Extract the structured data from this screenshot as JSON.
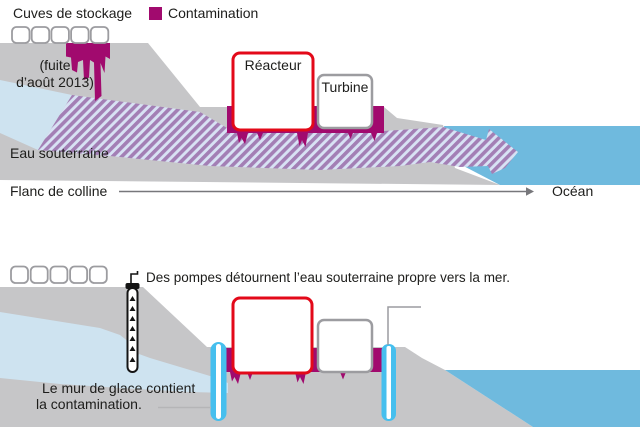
{
  "top": {
    "tanks_label": "Cuves de stockage",
    "legend_label": "Contamination",
    "leak_line1": "(fuite",
    "leak_line2": "d’août 2013)",
    "reactor_label": "Réacteur",
    "turbine_label": "Turbine",
    "groundwater_label": "Eau souterraine",
    "hill_label": "Flanc de colline",
    "ocean_label": "Océan"
  },
  "bottom": {
    "pumps_text": "Des pompes détournent l’eau souterraine propre vers la mer.",
    "icewall_line1": "Le mur de glace contient",
    "icewall_line2": "la contamination."
  },
  "colors": {
    "magenta": "#a10a6e",
    "terrain": "#c6c6c8",
    "groundwater": "#cee3f0",
    "ocean": "#6fbade",
    "hatch_purple": "#a37fb5",
    "hatch_blue": "#d8e2f4",
    "reactor_red": "#e30919",
    "outline_gray": "#9c9ca0",
    "icewall_blue": "#46bfee",
    "text": "#1d1d1b",
    "arrow": "#77777b",
    "leader": "#b5b5b7",
    "pump": "#141414"
  }
}
